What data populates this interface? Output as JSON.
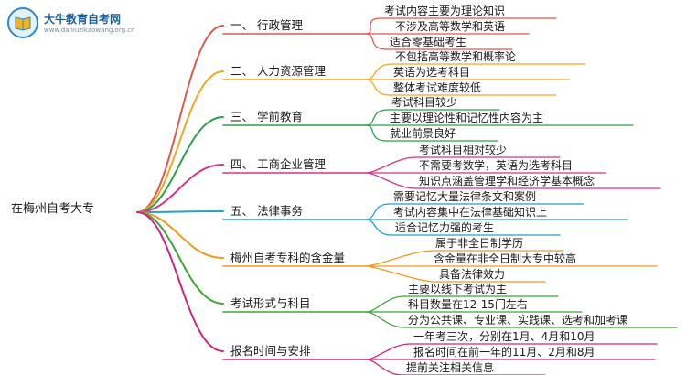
{
  "logo": {
    "brand": "大牛教育自考网",
    "url": "www.daniuzikaowang.org.cn"
  },
  "root": {
    "label": "在梅州自考大专"
  },
  "branches": [
    {
      "label": "一、 行政管理",
      "color": "#e0584b",
      "children": [
        "考试内容主要为理论知识",
        "不涉及高等数学和英语",
        "适合零基础考生"
      ]
    },
    {
      "label": "二、 人力资源管理",
      "color": "#f2a81d",
      "children": [
        "不包括高等数学和概率论",
        "英语为选考科目",
        "整体考试难度较低"
      ]
    },
    {
      "label": "三、 学前教育",
      "color": "#2aa14a",
      "children": [
        "考试科目较少",
        "主要以理论性和记忆性内容为主",
        "就业前景良好"
      ]
    },
    {
      "label": "四、 工商企业管理",
      "color": "#d6338a",
      "children": [
        "考试科目相对较少",
        "不需要考数学，英语为选考科目",
        "知识点涵盖管理学和经济学基本概念"
      ]
    },
    {
      "label": "五、 法律事务",
      "color": "#23a1c9",
      "children": [
        "需要记忆大量法律条文和案例",
        "考试内容集中在法律基础知识上",
        "适合记忆力强的考生"
      ]
    },
    {
      "label": "梅州自考专科的含金量",
      "color": "#ef9a1c",
      "children": [
        "属于非全日制学历",
        "含金量在非全日制大专中较高",
        "具备法律效力"
      ]
    },
    {
      "label": "考试形式与科目",
      "color": "#3fa537",
      "children": [
        "主要以线下考试为主",
        "科目数量在12-15门左右",
        "分为公共课、专业课、实践课、选考和加考课"
      ]
    },
    {
      "label": "报名时间与安排",
      "color": "#d0247f",
      "children": [
        "一年考三次，分别在1月、4月和10月",
        "报名时间在前一年的11月、2月和8月",
        "提前关注相关信息"
      ]
    }
  ]
}
